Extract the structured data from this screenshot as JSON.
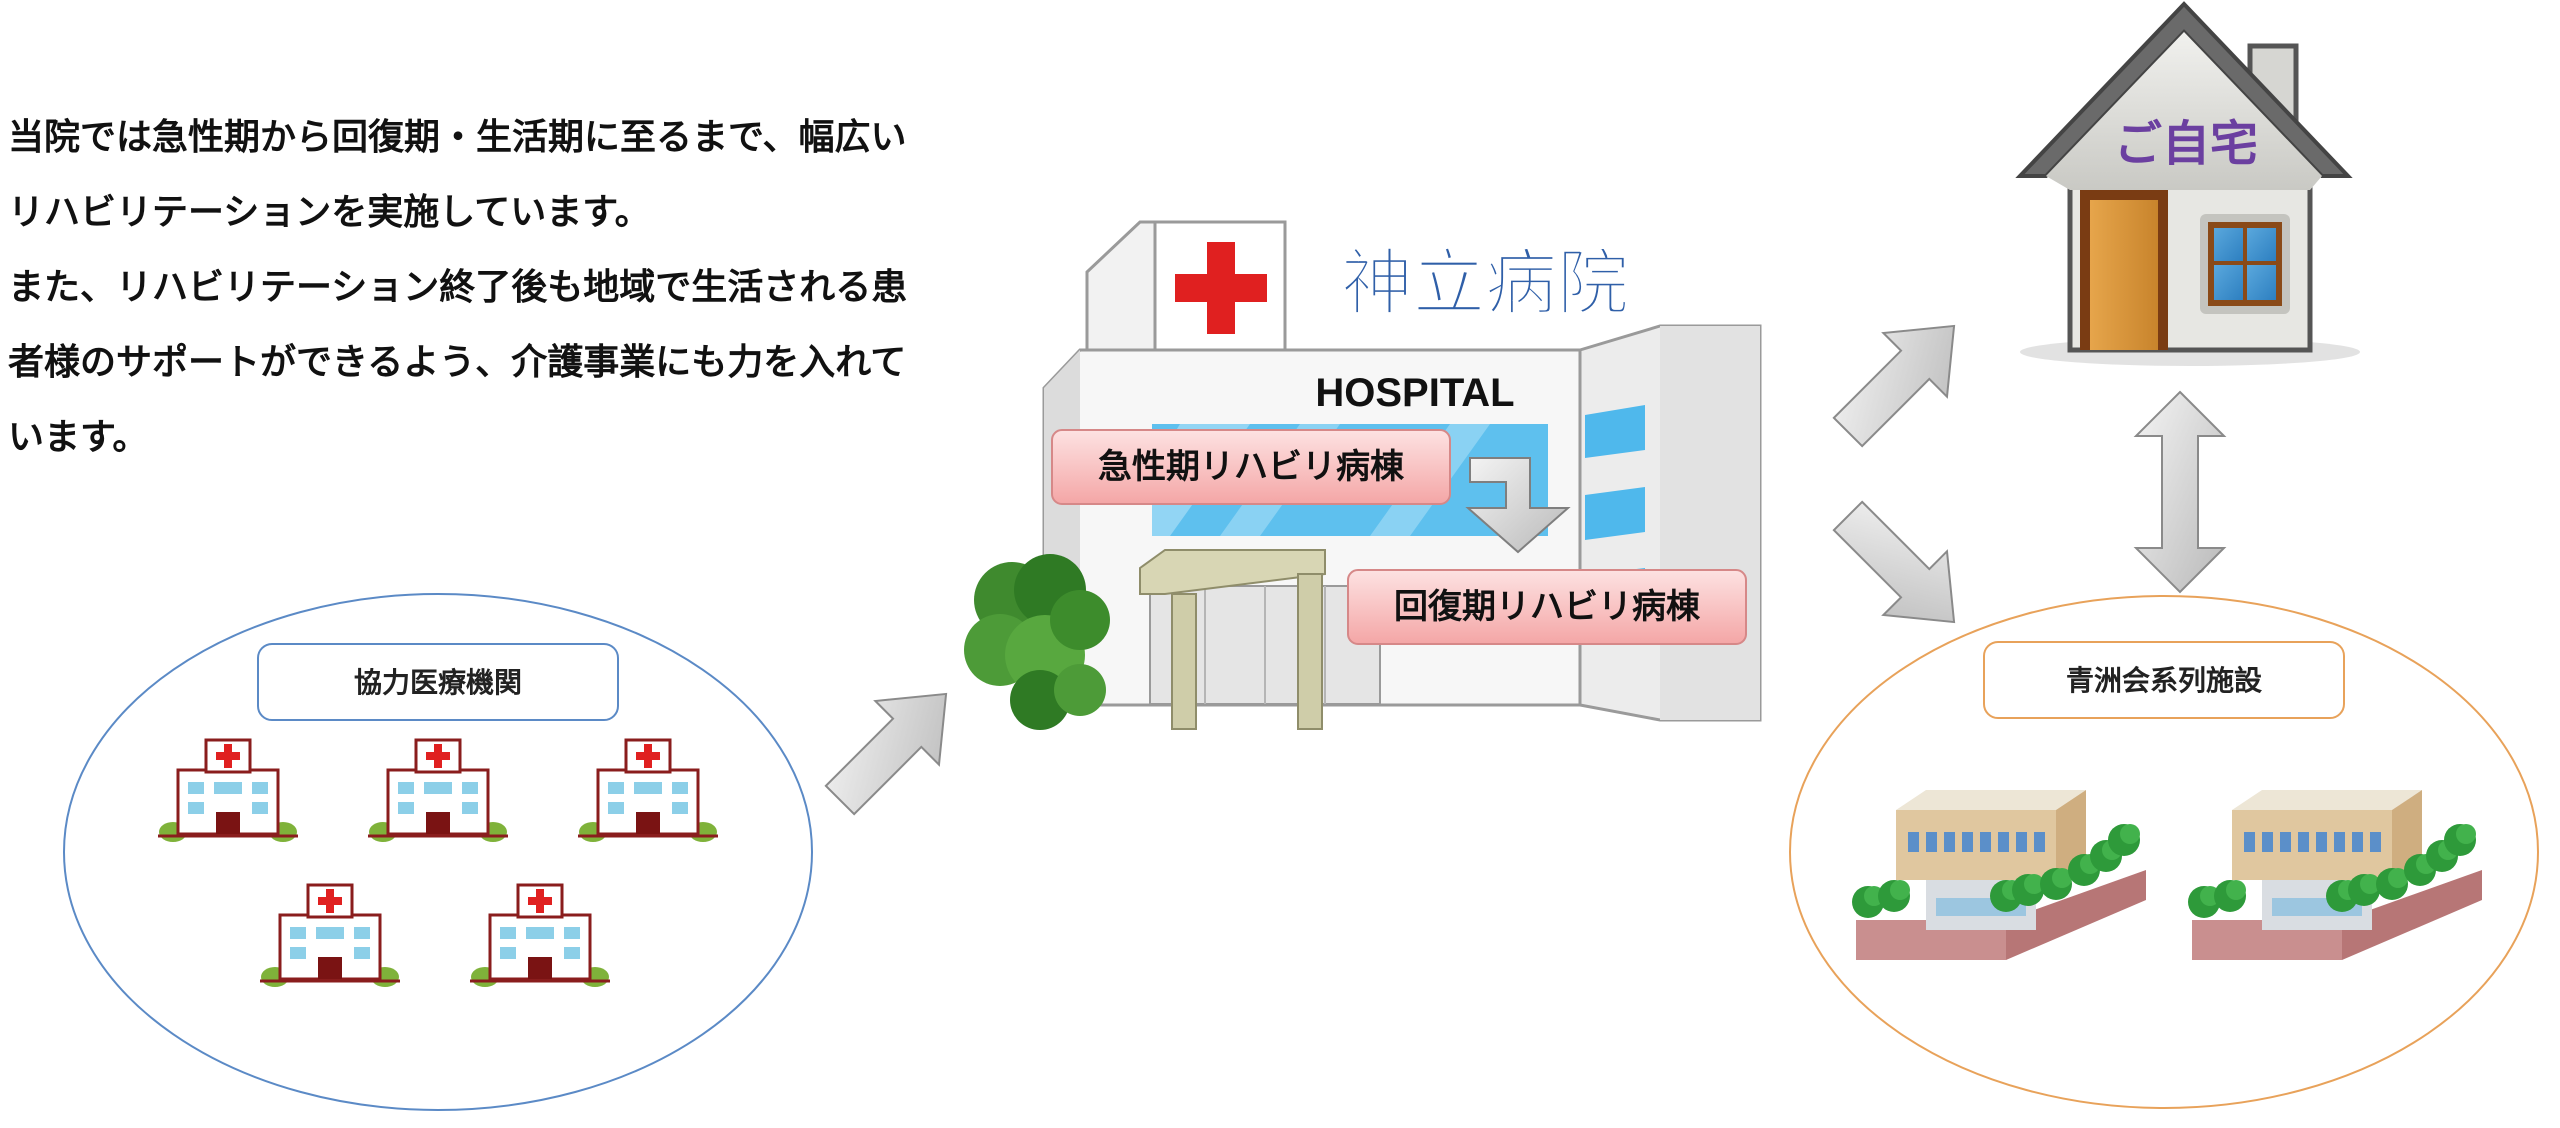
{
  "intro": {
    "line1": "当院では急性期から回復期・生活期に至るまで、幅広い",
    "line2": "リハビリテーションを実施しています。",
    "line3": "また、リハビリテーション終了後も地域で生活される患",
    "line4": "者様のサポートができるよう、介護事業にも力を入れて",
    "line5": "います。"
  },
  "partners": {
    "label": "協力医療機関",
    "clinic_count": 5
  },
  "hospital": {
    "name": "神立病院",
    "sign": "HOSPITAL",
    "ward_acute": "急性期リハビリ病棟",
    "ward_recovery": "回復期リハビリ病棟"
  },
  "home": {
    "label": "ご自宅"
  },
  "facilities": {
    "label": "青洲会系列施設",
    "building_count": 2
  },
  "colors": {
    "partner_ring": "#5b8ac6",
    "facility_ring": "#e8a25a",
    "ward_label_bg": "#f6b4b4",
    "hospital_name": "#2f5fa8",
    "home_label": "#6b3fa0",
    "red_cross": "#e02020"
  }
}
